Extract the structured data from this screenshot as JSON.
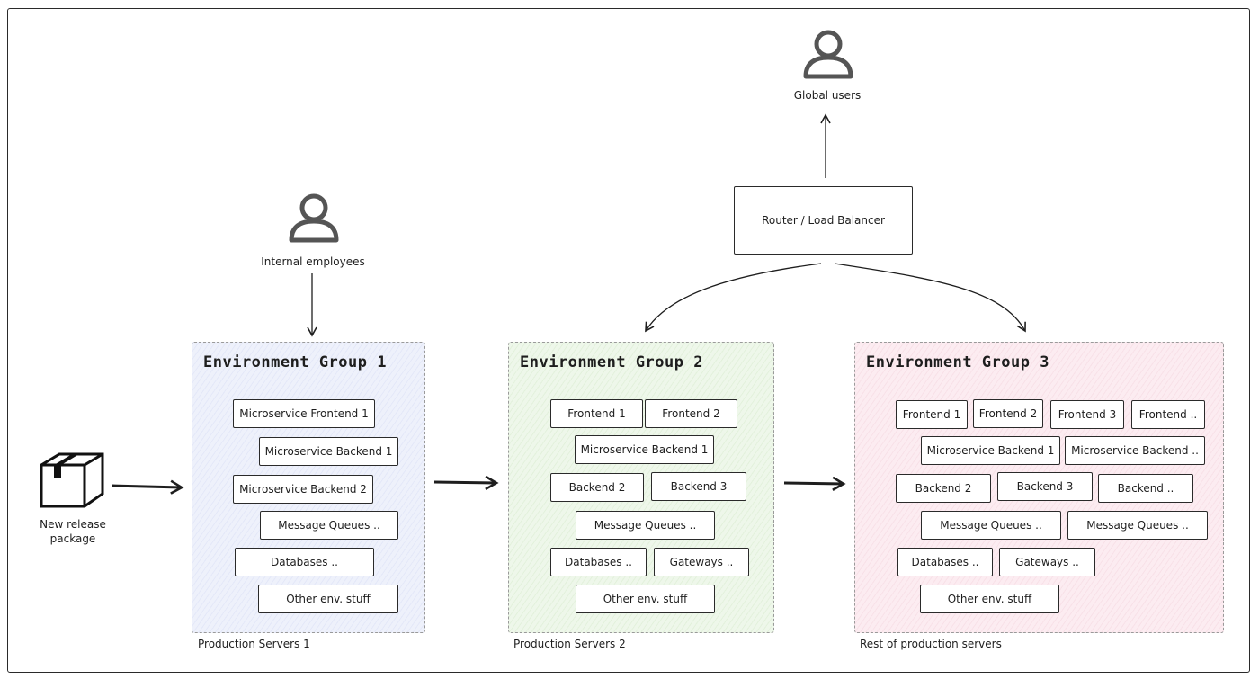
{
  "nodes": {
    "package_label_line1": "New release",
    "package_label_line2": "package",
    "internal_employees": "Internal employees",
    "global_users": "Global users",
    "router": "Router / Load Balancer"
  },
  "groups": [
    {
      "title": "Environment Group 1",
      "caption": "Production Servers 1",
      "items": [
        "Microservice Frontend 1",
        "Microservice Backend 1",
        "Microservice Backend 2",
        "Message Queues ..",
        "Databases ..",
        "Other env. stuff"
      ]
    },
    {
      "title": "Environment Group 2",
      "caption": "Production Servers 2",
      "items": [
        "Frontend 1",
        "Frontend 2",
        "Microservice Backend 1",
        "Backend 2",
        "Backend 3",
        "Message Queues ..",
        "Databases ..",
        "Gateways ..",
        "Other env. stuff"
      ]
    },
    {
      "title": "Environment Group 3",
      "caption": "Rest of production servers",
      "items": [
        "Frontend 1",
        "Frontend 2",
        "Frontend 3",
        "Frontend ..",
        "Microservice Backend 1",
        "Microservice Backend ..",
        "Backend 2",
        "Backend 3",
        "Backend ..",
        "Message Queues ..",
        "Message Queues ..",
        "Databases ..",
        "Gateways ..",
        "Other env. stuff"
      ]
    }
  ],
  "icons": {
    "package": "package-box-icon",
    "internal_user": "user-icon",
    "global_user": "user-icon"
  }
}
